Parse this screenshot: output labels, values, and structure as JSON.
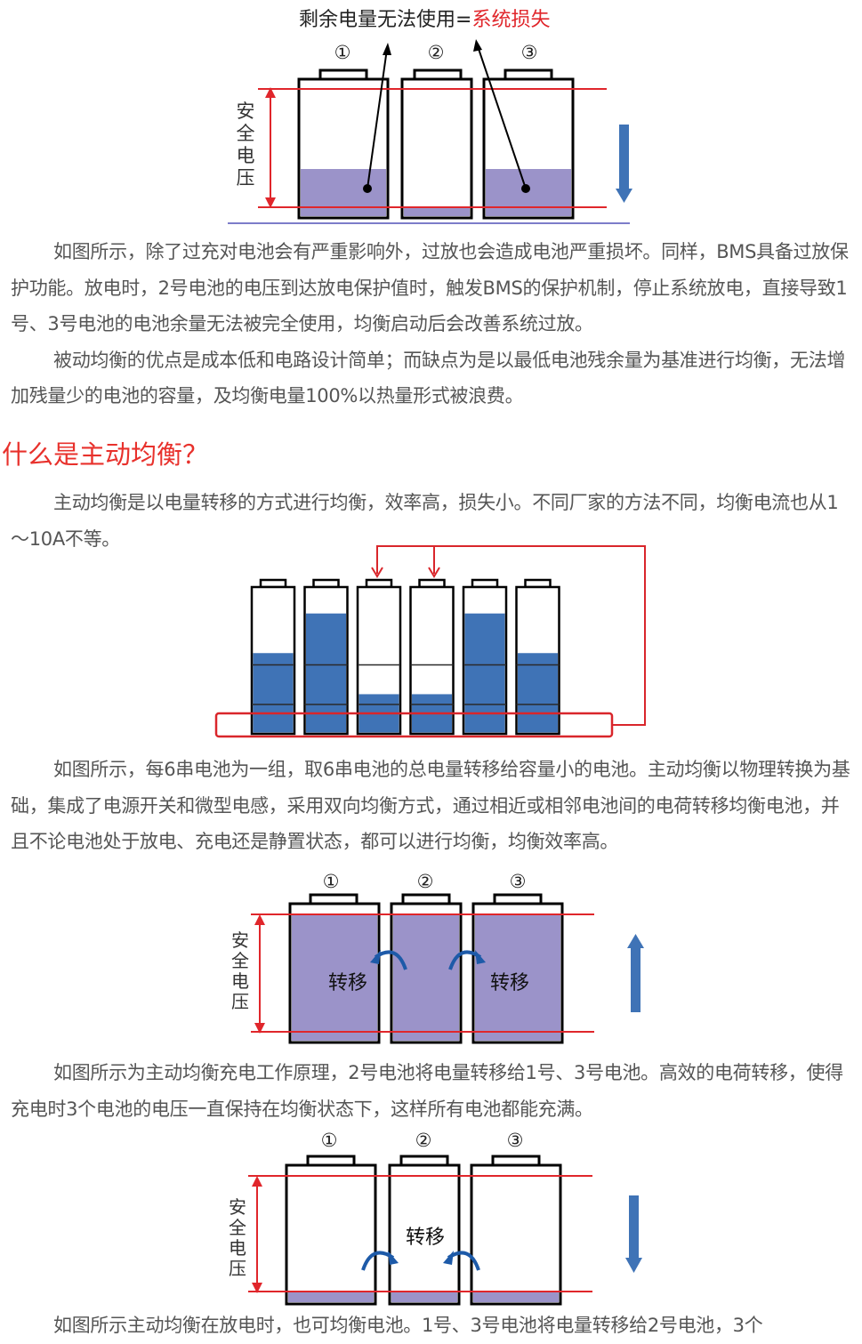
{
  "fig1": {
    "title_black": "剩余电量无法使用=",
    "title_red": "系统损失",
    "labels": [
      "①",
      "②",
      "③"
    ],
    "axis_label": [
      "安",
      "全",
      "电",
      "压"
    ],
    "levels": [
      0.27,
      0,
      0.27
    ],
    "colors": {
      "fill": "#9b93c9",
      "red_line": "#e0262b",
      "arrow": "#3f73b6"
    }
  },
  "para1": [
    "如图所示，除了过充对电池会有严重影响外，过放也会造成电池严重损坏。同样，BMS具备过放保护功能。放电时，2号电池的电压到达放电保护值时，触发BMS的保护机制，停止系统放电，直接导致1号、3号电池的电池余量无法被完全使用，均衡启动后会改善系统过放。",
    "被动均衡的优点是成本低和电路设计简单；而缺点为是以最低电池残余量为基准进行均衡，无法增加残量少的电池的容量，及均衡电量100%以热量形式被浪费。"
  ],
  "heading": "什么是主动均衡？",
  "para2": [
    "主动均衡是以电量转移的方式进行均衡，效率高，损失小。不同厂家的方法不同，均衡电流也从1～10A不等。"
  ],
  "fig2": {
    "levels": [
      0.55,
      0.82,
      0.27,
      0.27,
      0.82,
      0.55
    ],
    "colors": {
      "fill": "#3f73b6",
      "red": "#d9262b"
    }
  },
  "para3": [
    "如图所示，每6串电池为一组，取6串电池的总电量转移给容量小的电池。主动均衡以物理转换为基础，集成了电源开关和微型电感，采用双向均衡方式，通过相近或相邻电池间的电荷转移均衡电池，并且不论电池处于放电、充电还是静置状态，都可以进行均衡，均衡效率高。"
  ],
  "fig3": {
    "labels": [
      "①",
      "②",
      "③"
    ],
    "axis_label": [
      "安",
      "全",
      "电",
      "压"
    ],
    "transfer_left": "转移",
    "transfer_right": "转移",
    "levels": [
      0.95,
      0.95,
      0.95
    ]
  },
  "para4": [
    "如图所示为主动均衡充电工作原理，2号电池将电量转移给1号、3号电池。高效的电荷转移，使得充电时3个电池的电压一直保持在均衡状态下，这样所有电池都能充满。"
  ],
  "fig4": {
    "labels": [
      "①",
      "②",
      "③"
    ],
    "axis_label": [
      "安",
      "全",
      "电",
      "压"
    ],
    "transfer": "转移",
    "levels": [
      0.05,
      0.05,
      0.05
    ]
  },
  "para5": [
    "如图所示主动均衡在放电时，也可均衡电池。1号、3号电池将电量转移给2号电池，3个"
  ]
}
